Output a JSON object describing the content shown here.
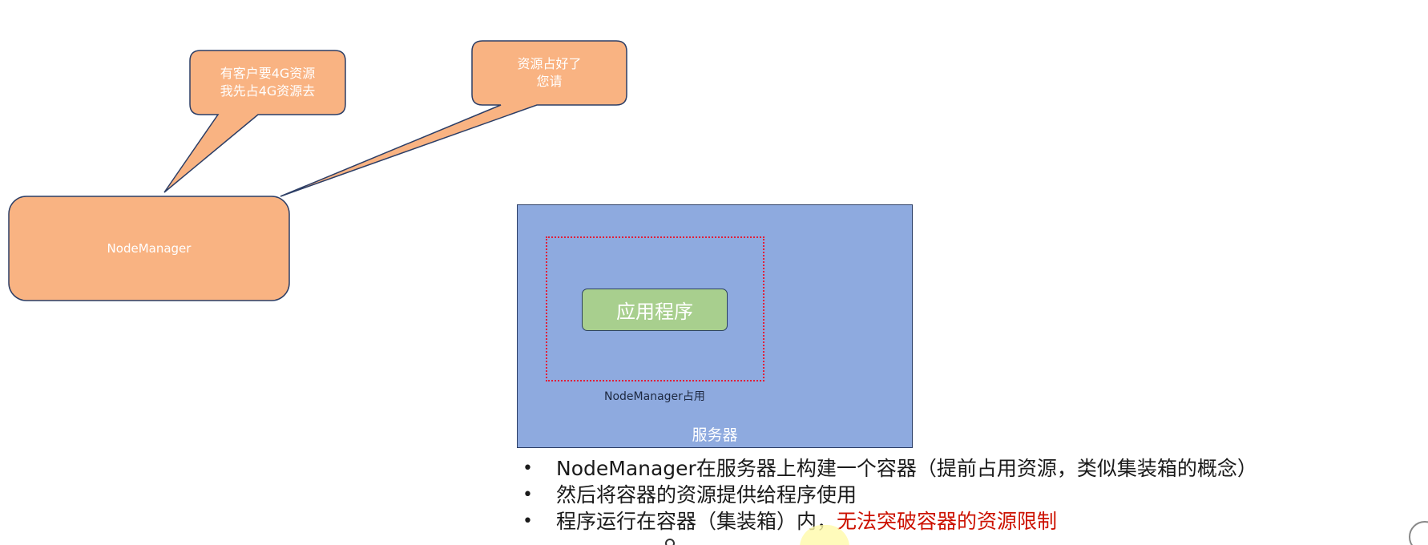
{
  "callout_left": {
    "lines": [
      "有客户要4G资源",
      "我先占4G资源去"
    ]
  },
  "callout_right": {
    "lines": [
      "资源占好了",
      "您请"
    ]
  },
  "node_manager": {
    "label": "NodeManager"
  },
  "server": {
    "label": "服务器",
    "container_label": "NodeManager占用",
    "app_label": "应用程序"
  },
  "bullets": [
    {
      "text": "NodeManager在服务器上构建一个容器（提前占用资源，类似集装箱的概念）"
    },
    {
      "text": "然后将容器的资源提供给程序使用"
    },
    {
      "text": "程序运行在容器（集装箱）内，",
      "highlight": "无法突破容器的资源限制"
    }
  ],
  "bullet_glyph": "•",
  "colors": {
    "orange_fill": "#f9b382",
    "server_blue": "#8eaadf",
    "app_green": "#a8cf8e",
    "dotted_red": "#e0203a",
    "highlight_red": "#cc1100"
  }
}
